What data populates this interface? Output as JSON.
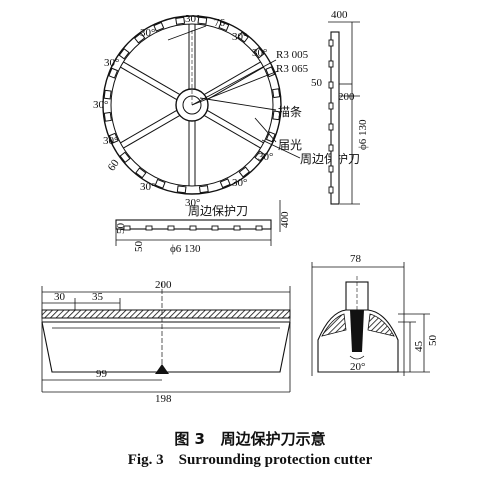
{
  "top_view": {
    "angle_30": "30°",
    "dim_76": "76",
    "dim_r3005": "R3 005",
    "dim_r3065": "R3 065",
    "label_miaotiao": "描条",
    "label_jieguang": "届光",
    "label_cutter": "周边保护刀",
    "dim_60": "60"
  },
  "side_strip": {
    "dim_400": "400",
    "dim_50": "50",
    "dim_200": "200",
    "dim_phi": "ϕ6 130"
  },
  "flat_view": {
    "label_cutter": "周边保护刀",
    "dim_50": "50",
    "dim_400": "400",
    "dim_phi": "ϕ6 130"
  },
  "elevation": {
    "dim_200": "200",
    "dim_30": "30",
    "dim_35": "35",
    "dim_99": "99",
    "dim_198": "198"
  },
  "section": {
    "dim_78": "78",
    "dim_45": "45",
    "dim_50": "50",
    "angle_20": "20°"
  },
  "caption": {
    "cn_number": "图 3",
    "cn_title": "周边保护刀示意",
    "en_number": "Fig. 3",
    "en_title": "Surrounding protection cutter"
  }
}
